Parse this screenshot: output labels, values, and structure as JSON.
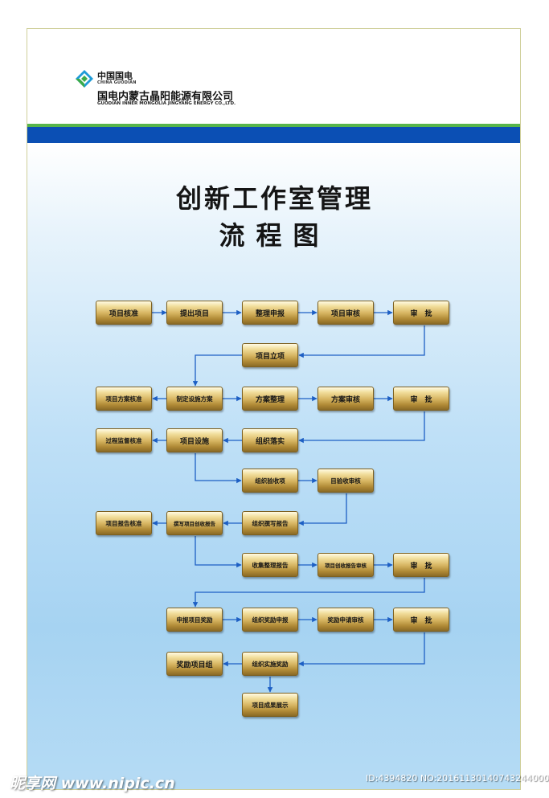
{
  "logo": {
    "name_cn": "中国国电",
    "name_en": "CHINA GUODIAN",
    "company_cn": "国电内蒙古晶阳能源有限公司",
    "company_en": "GUODIAN INNER MONGOLIA JINGYANG ENERGY CO.,LTD."
  },
  "title": {
    "line1": "创新工作室管理",
    "line2": "流程图"
  },
  "nodes": {
    "n1": "项目核准",
    "n2": "提出项目",
    "n3": "整理申报",
    "n4": "项目审核",
    "n5": "审　批",
    "n6": "项目立项",
    "n7": "项目方案核准",
    "n8": "制定设施方案",
    "n9": "方案整理",
    "n10": "方案审核",
    "n11": "审　批",
    "n12": "过程监督核准",
    "n13": "项目设施",
    "n14": "组织落实",
    "n15": "组织验收项",
    "n16": "目验收审核",
    "n17": "项目报告核准",
    "n18": "撰写项目创收报告",
    "n19": "组织撰写报告",
    "n20": "收集整理报告",
    "n21": "项目创收报告审核",
    "n22": "审　批",
    "n23": "申报项目奖励",
    "n24": "组织奖励申报",
    "n25": "奖励申请审核",
    "n26": "审　批",
    "n27": "奖励项目组",
    "n28": "组织实施奖励",
    "n29": "项目成果展示"
  },
  "watermark": {
    "left": "昵享网 www.nipic.cn",
    "right": "ID:4394820 NO:20161130140743244000"
  },
  "colors": {
    "accent_blue": "#0b4fb4",
    "accent_green": "#57b54a",
    "arrow": "#1d5fc4"
  }
}
